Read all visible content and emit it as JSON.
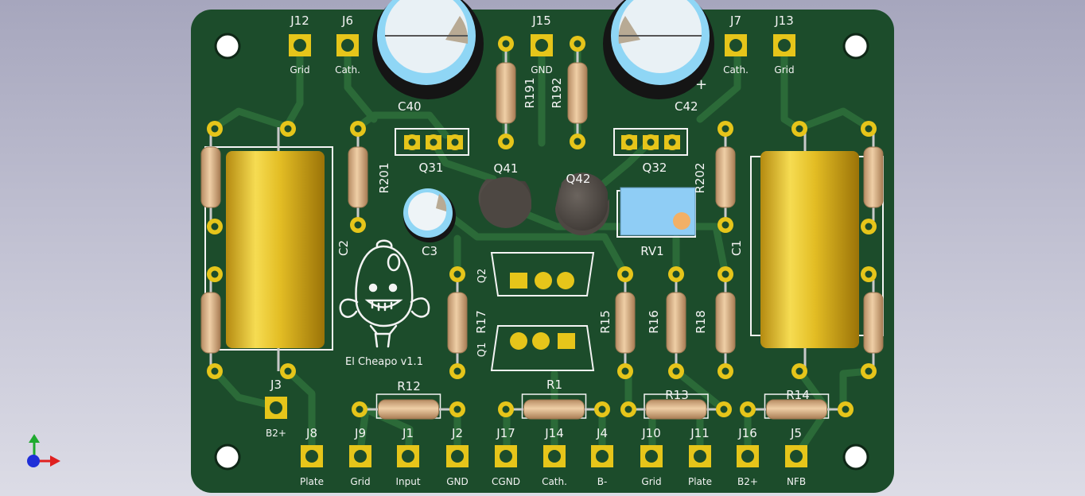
{
  "colors": {
    "board": "#1c4c2b",
    "copper": "#2b6a38",
    "pad": "#e6c51a",
    "silkscreen": "#f4f4f4",
    "film_cap": "#d8b41c",
    "capacitor": "#8fd6f5",
    "transistor": "#4d4742",
    "resistor": "#d7ae84",
    "trimmer": "#8fcdf5"
  },
  "board": {
    "label": "El Cheapo v1.1",
    "connectors_top": [
      {
        "ref": "J12",
        "label": "Grid"
      },
      {
        "ref": "J6",
        "label": "Cath."
      },
      {
        "ref": "J15",
        "label": "GND"
      },
      {
        "ref": "J7",
        "label": "Cath."
      },
      {
        "ref": "J13",
        "label": "Grid"
      }
    ],
    "connectors_bottom": [
      {
        "ref": "J8",
        "label": "Plate"
      },
      {
        "ref": "J9",
        "label": "Grid"
      },
      {
        "ref": "J1",
        "label": "Input"
      },
      {
        "ref": "J2",
        "label": "GND"
      },
      {
        "ref": "J17",
        "label": "CGND"
      },
      {
        "ref": "J14",
        "label": "Cath."
      },
      {
        "ref": "J4",
        "label": "B-"
      },
      {
        "ref": "J10",
        "label": "Grid"
      },
      {
        "ref": "J11",
        "label": "Plate"
      },
      {
        "ref": "J16",
        "label": "B2+"
      },
      {
        "ref": "J5",
        "label": "NFB"
      }
    ],
    "connector_side": {
      "ref": "J3",
      "label": "B2+"
    },
    "capacitors": [
      {
        "ref": "C40",
        "polarity": ""
      },
      {
        "ref": "C42",
        "polarity": "+"
      },
      {
        "ref": "C3"
      },
      {
        "ref": "C2"
      },
      {
        "ref": "C1"
      }
    ],
    "resistors": [
      "R191",
      "R192",
      "R201",
      "R202",
      "R17",
      "R15",
      "R16",
      "R18",
      "R12",
      "R1",
      "R13",
      "R14"
    ],
    "transistors": [
      "Q31",
      "Q32",
      "Q41",
      "Q42",
      "Q1",
      "Q2"
    ],
    "trimmer": "RV1"
  }
}
